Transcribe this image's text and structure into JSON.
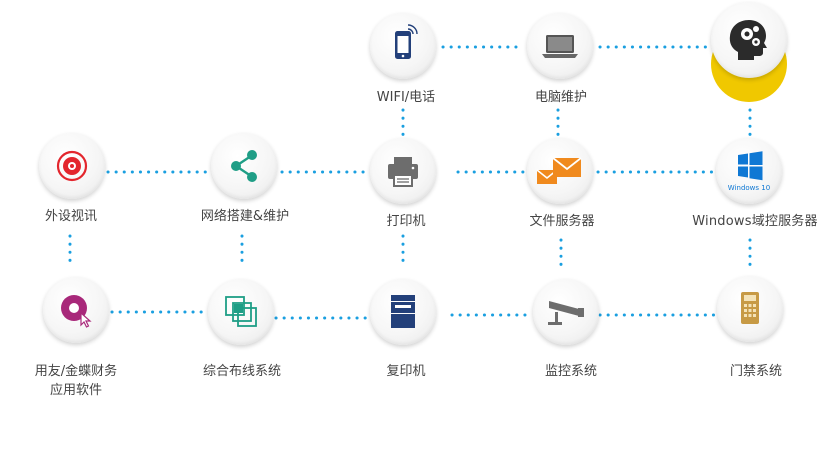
{
  "nodes": {
    "wifi": {
      "label": "WIFI/电话",
      "icon": "mobile-phone-icon"
    },
    "pc": {
      "label": "电脑维护",
      "icon": "laptop-icon"
    },
    "brain": {
      "label": "",
      "icon": "brain-gears-icon"
    },
    "camera": {
      "label": "外设视讯",
      "icon": "webcam-icon"
    },
    "network": {
      "label": "网络搭建&维护",
      "icon": "share-network-icon"
    },
    "printer": {
      "label": "打印机",
      "icon": "printer-icon"
    },
    "fileserver": {
      "label": "文件服务器",
      "icon": "envelopes-icon"
    },
    "windows": {
      "label": "Windows域控服务器",
      "icon": "windows-10-icon",
      "badge": "Windows 10"
    },
    "finance": {
      "label_line1": "用友/金蝶财务",
      "label_line2": "应用软件",
      "icon": "disc-cursor-icon"
    },
    "cabling": {
      "label": "综合布线系统",
      "icon": "overlapping-squares-icon"
    },
    "copier": {
      "label": "复印机",
      "icon": "copier-icon"
    },
    "cctv": {
      "label": "监控系统",
      "icon": "security-camera-icon"
    },
    "access": {
      "label": "门禁系统",
      "icon": "keypad-icon"
    }
  },
  "colors": {
    "dot": "#1a9fe0",
    "label": "#444444",
    "red": "#e3262d",
    "teal": "#1f9e86",
    "navy": "#23407a",
    "magenta": "#a8287a",
    "orange": "#f08a1e",
    "yellow": "#f0c800"
  }
}
